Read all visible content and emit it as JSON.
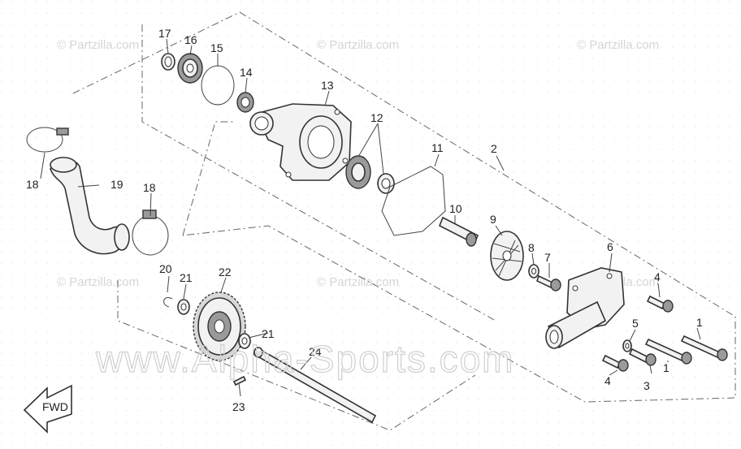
{
  "watermarks": {
    "partzilla": [
      "© Partzilla.com",
      "© Partzilla.com",
      "© Partzilla.com",
      "© Partzilla.com",
      "© Partzilla.com",
      "© Partzilla.com"
    ],
    "big": "www.Alpha-Sports.com"
  },
  "direction_badge": "FWD",
  "callouts": {
    "c1a": "1",
    "c1b": "1",
    "c2": "2",
    "c3": "3",
    "c4a": "4",
    "c4b": "4",
    "c5": "5",
    "c6": "6",
    "c7": "7",
    "c8": "8",
    "c9": "9",
    "c10": "10",
    "c11": "11",
    "c12": "12",
    "c13": "13",
    "c14": "14",
    "c15": "15",
    "c16": "16",
    "c17": "17",
    "c18a": "18",
    "c18b": "18",
    "c19": "19",
    "c20": "20",
    "c21a": "21",
    "c21b": "21",
    "c22": "22",
    "c23": "23",
    "c24": "24"
  },
  "colors": {
    "line": "#333333",
    "dash": "#666666",
    "watermark": "#d6d6d6"
  }
}
